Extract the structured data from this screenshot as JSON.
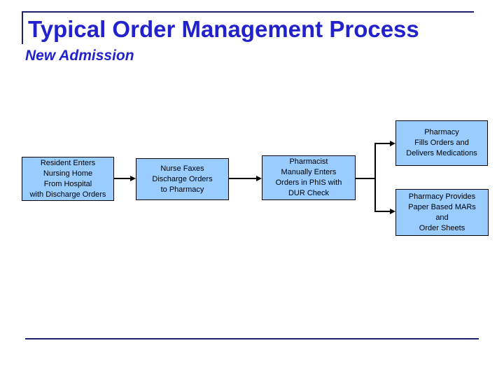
{
  "slide": {
    "title": "Typical Order Management Process",
    "subtitle": "New Admission"
  },
  "flowchart": {
    "boxes": [
      {
        "name": "resident-enters",
        "text": "Resident Enters\nNursing Home\nFrom Hospital\nwith Discharge Orders"
      },
      {
        "name": "nurse-faxes",
        "text": "Nurse Faxes\nDischarge Orders\nto Pharmacy"
      },
      {
        "name": "pharmacist-enters",
        "text": "Pharmacist\nManually Enters\nOrders in PhIS with\nDUR Check"
      },
      {
        "name": "pharmacy-fills",
        "text": "Pharmacy\nFills Orders and\nDelivers Medications"
      },
      {
        "name": "pharmacy-provides",
        "text": "Pharmacy Provides\nPaper Based MARs\nand\nOrder Sheets"
      }
    ],
    "connections": [
      {
        "from": "resident-enters",
        "to": "nurse-faxes"
      },
      {
        "from": "nurse-faxes",
        "to": "pharmacist-enters"
      },
      {
        "from": "pharmacist-enters",
        "to": "pharmacy-fills"
      },
      {
        "from": "pharmacist-enters",
        "to": "pharmacy-provides"
      }
    ]
  },
  "colors": {
    "title_text": "#2222CC",
    "rule_line": "#1F1F70",
    "box_fill": "#99CCFF",
    "box_border": "#000000",
    "connector": "#000000",
    "background": "#FFFFFF"
  }
}
